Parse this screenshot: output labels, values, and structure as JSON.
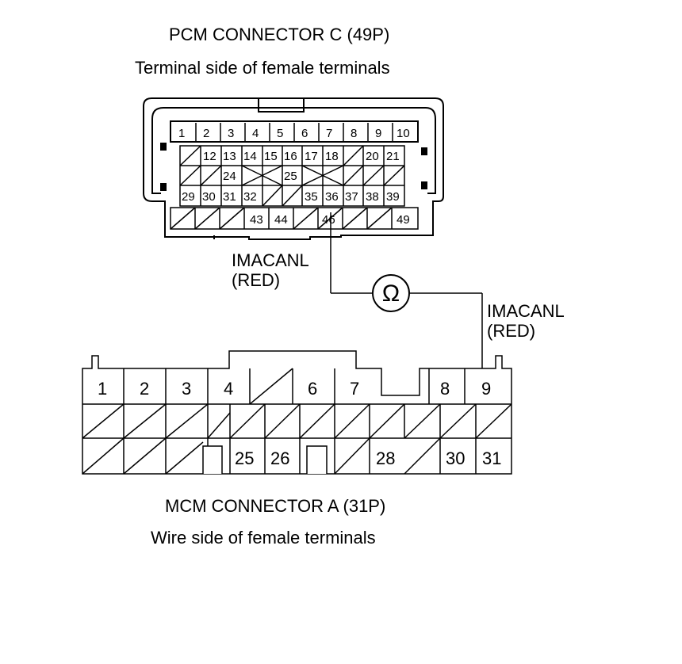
{
  "pcm": {
    "title": "PCM CONNECTOR C (49P)",
    "subtitle": "Terminal side of female terminals",
    "rows": [
      [
        "1",
        "2",
        "3",
        "4",
        "5",
        "6",
        "7",
        "8",
        "9",
        "10"
      ],
      [
        "",
        "12",
        "13",
        "14",
        "15",
        "16",
        "17",
        "18",
        "",
        "20",
        "21"
      ],
      [
        "",
        "",
        "24",
        "X",
        "",
        "25",
        "X",
        "",
        "",
        "",
        ""
      ],
      [
        "29",
        "30",
        "31",
        "32",
        "",
        "",
        "35",
        "36",
        "37",
        "38",
        "39"
      ],
      [
        "",
        "",
        "",
        "43",
        "44",
        "46",
        "",
        "",
        "49"
      ]
    ]
  },
  "mcm": {
    "title": "MCM CONNECTOR A (31P)",
    "subtitle": "Wire side of female terminals",
    "row1": [
      "1",
      "2",
      "3",
      "4",
      "",
      "6",
      "7",
      "",
      "8",
      "9"
    ],
    "row3": [
      "25",
      "26",
      "28",
      "30",
      "31"
    ]
  },
  "wire_left": {
    "line1": "IMACANL",
    "line2": "(RED)"
  },
  "wire_right": {
    "line1": "IMACANL",
    "line2": "(RED)"
  },
  "meter_symbol": "Ω"
}
